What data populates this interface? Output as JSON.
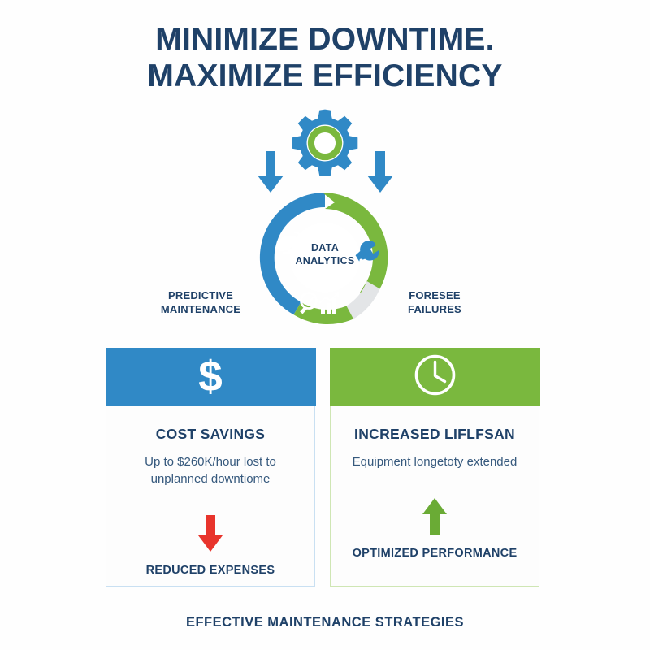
{
  "headline": {
    "line1": "MINIMIZE DOWNTIME.",
    "line2": "MAXIMIZE EFFICIENCY"
  },
  "cycle": {
    "center_line1": "DATA",
    "center_line2": "ANALYTICS",
    "left_label_line1": "PREDICTIVE",
    "left_label_line2": "MAINTENANCE",
    "right_label_line1": "FORESEE",
    "right_label_line2": "FAILURES",
    "segments": [
      {
        "name": "predictive-maintenance-segment",
        "color": "#3089c6",
        "icon": "satellite-dish-icon"
      },
      {
        "name": "analysis-segment",
        "color": "#7ab83e",
        "icon": "arrow-head"
      },
      {
        "name": "foresee-failures-segment",
        "color": "#e3e5e7",
        "icon": "wrench-icon"
      },
      {
        "name": "reporting-segment",
        "color": "#7ab83e",
        "icon": "chart-magnifier-icon"
      }
    ]
  },
  "cards": [
    {
      "id": "cost-savings",
      "header_color": "#3089c6",
      "border_color": "#c9e0f2",
      "icon": "dollar-sign-icon",
      "icon_glyph": "$",
      "title": "COST SAVINGS",
      "subtitle_line1": "Up to $260K/hour lost to",
      "subtitle_line2": "unplanned downtiome",
      "arrow_icon": "arrow-down-icon",
      "arrow_color": "#e8342c",
      "footer": "REDUCED EXPENSES"
    },
    {
      "id": "increased-lifespan",
      "header_color": "#7ab83e",
      "border_color": "#cfe6b4",
      "icon": "clock-icon",
      "icon_glyph": "",
      "title": "INCREASED LIFLFSAN",
      "subtitle_line1": "Equipment longetoty extended",
      "subtitle_line2": "",
      "arrow_icon": "arrow-up-icon",
      "arrow_color": "#6aab35",
      "footer": "OPTIMIZED PERFORMANCE"
    }
  ],
  "footer": {
    "text": "EFFECTIVE MAINTENANCE STRATEGIES"
  },
  "palette": {
    "brand_blue": "#3089c6",
    "brand_green": "#7ab83e",
    "deep_navy": "#1f4168",
    "gray_segment": "#e3e5e7",
    "accent_red": "#e8342c",
    "background": "#fefefe"
  }
}
